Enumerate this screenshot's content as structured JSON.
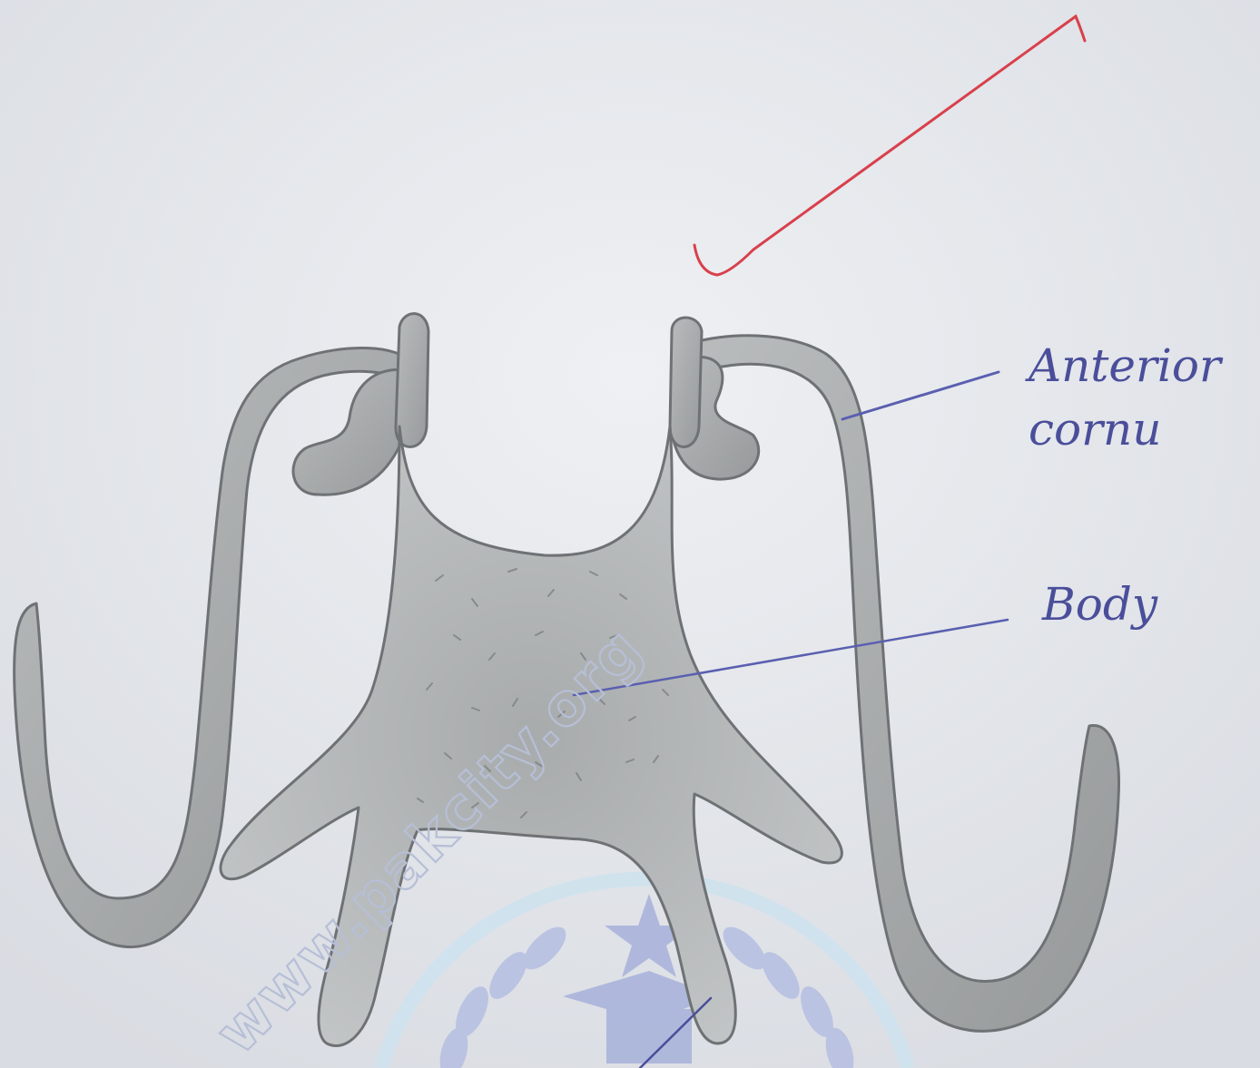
{
  "diagram": {
    "labels": {
      "anterior_line1": "Anterior",
      "anterior_line2": "cornu",
      "body": "Body"
    },
    "watermark": {
      "text": "www.pakcity.org"
    },
    "colors": {
      "paper": "#e6e8ec",
      "pencil_fill": "#a9acad",
      "pencil_edge": "#6f7274",
      "label_ink": "#4a4e9a",
      "check_mark": "#d8404c",
      "seal": "#c2c9e6"
    }
  }
}
